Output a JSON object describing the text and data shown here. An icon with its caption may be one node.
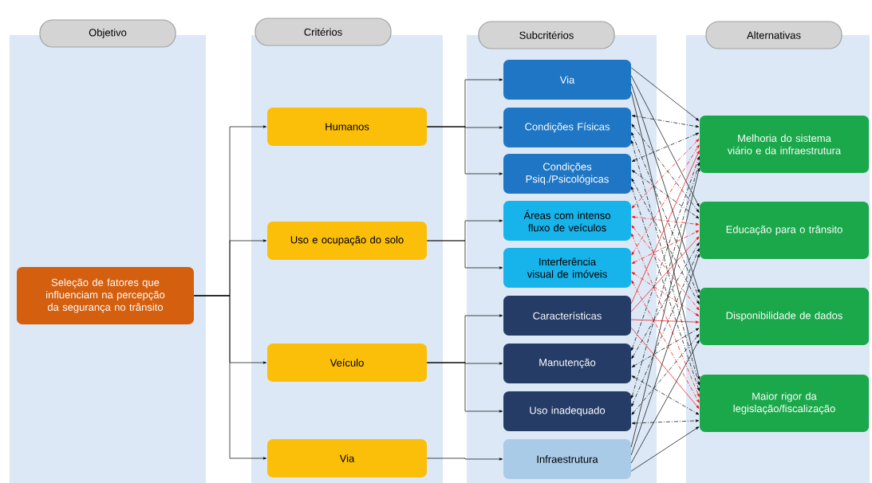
{
  "diagram": {
    "nodes": [
      {
        "text": [
          "Objetivo"
        ]
      },
      {
        "text": [
          "Critérios"
        ]
      },
      {
        "text": [
          "Subcritérios"
        ]
      },
      {
        "text": [
          "Alternativas"
        ]
      },
      {
        "text": [
          "Seleção de fatores que influenciam na percepção da segurança no trânsito"
        ]
      },
      {
        "text": [
          "Humanos"
        ]
      },
      {
        "text": [
          "Uso e ocupação do solo"
        ]
      },
      {
        "text": [
          "Veículo"
        ]
      },
      {
        "text": [
          "Via"
        ]
      },
      {
        "text": [
          "Via"
        ]
      },
      {
        "text": [
          "Condições Físicas"
        ]
      },
      {
        "text": [
          "Condições Psiq./Psicológicas"
        ]
      },
      {
        "text": [
          "Áreas com intenso fluxo de veículos"
        ]
      },
      {
        "text": [
          "Interferência visual de imóveis"
        ]
      },
      {
        "text": [
          "Características"
        ]
      },
      {
        "text": [
          "Manutenção"
        ]
      },
      {
        "text": [
          "Uso inadequado"
        ]
      },
      {
        "text": [
          "Infraestrutura"
        ]
      },
      {
        "text": [
          "Melhoria do sistema viário e da infraestrutura"
        ]
      },
      {
        "text": [
          "Educação para o trânsito"
        ]
      },
      {
        "text": [
          "Disponibilidade de dados"
        ]
      },
      {
        "text": [
          "Maior rigor da legislação/fiscalização"
        ]
      }
    ],
    "edges": [
      {
        "from": 4,
        "to": 5,
        "arrow": "to"
      },
      {
        "from": 4,
        "to": 6,
        "arrow": "to"
      },
      {
        "from": 4,
        "to": 7,
        "arrow": "to"
      },
      {
        "from": 4,
        "to": 8,
        "arrow": "to"
      },
      {
        "from": 5,
        "to": 9,
        "arrow": "to"
      },
      {
        "from": 5,
        "to": 10,
        "arrow": "to"
      },
      {
        "from": 5,
        "to": 11,
        "arrow": "to"
      },
      {
        "from": 6,
        "to": 12,
        "arrow": "to"
      },
      {
        "from": 6,
        "to": 13,
        "arrow": "to"
      },
      {
        "from": 7,
        "to": 14,
        "arrow": "to"
      },
      {
        "from": 7,
        "to": 15,
        "arrow": "to"
      },
      {
        "from": 7,
        "to": 16,
        "arrow": "to"
      },
      {
        "from": 8,
        "to": 17,
        "arrow": "to"
      },
      {
        "from": 9,
        "to": 18,
        "arrow": "to"
      },
      {
        "from": 9,
        "to": 19,
        "arrow": "to"
      },
      {
        "from": 9,
        "to": 20,
        "arrow": "to"
      },
      {
        "from": 9,
        "to": 21,
        "arrow": "to"
      },
      {
        "from": 10,
        "to": 18,
        "arrow": "both",
        "style": "dashed"
      },
      {
        "from": 10,
        "to": 19,
        "arrow": "both",
        "style": "dashed"
      },
      {
        "from": 10,
        "to": 20,
        "arrow": "both",
        "style": "dashed"
      },
      {
        "from": 10,
        "to": 21,
        "arrow": "both",
        "style": "dashed"
      },
      {
        "from": 11,
        "to": 18,
        "arrow": "both",
        "style": "dashed"
      },
      {
        "from": 11,
        "to": 19,
        "arrow": "both",
        "style": "dashed"
      },
      {
        "from": 11,
        "to": 20,
        "arrow": "both",
        "style": "dashed"
      },
      {
        "from": 11,
        "to": 21,
        "arrow": "both",
        "style": "dashed"
      },
      {
        "from": 12,
        "to": 18,
        "arrow": "both",
        "style": "dashed",
        "color": "#ff0000"
      },
      {
        "from": 12,
        "to": 19,
        "arrow": "both",
        "style": "dashed",
        "color": "#ff0000"
      },
      {
        "from": 12,
        "to": 20,
        "arrow": "both",
        "style": "dashed",
        "color": "#ff0000"
      },
      {
        "from": 12,
        "to": 21,
        "arrow": "both",
        "style": "dashed",
        "color": "#ff0000"
      },
      {
        "from": 13,
        "to": 18,
        "arrow": "both",
        "style": "dashed",
        "color": "#ff0000"
      },
      {
        "from": 13,
        "to": 19,
        "arrow": "both",
        "style": "dashed",
        "color": "#ff0000"
      },
      {
        "from": 13,
        "to": 20,
        "arrow": "both",
        "style": "dashed",
        "color": "#ff0000"
      },
      {
        "from": 13,
        "to": 21,
        "arrow": "both",
        "style": "dashed",
        "color": "#ff0000"
      },
      {
        "from": 14,
        "to": 18,
        "arrow": "to",
        "color": "#ff0000"
      },
      {
        "from": 14,
        "to": 19,
        "arrow": "to",
        "color": "#ff0000"
      },
      {
        "from": 14,
        "to": 20,
        "arrow": "to",
        "color": "#ff0000"
      },
      {
        "from": 14,
        "to": 21,
        "arrow": "to",
        "color": "#ff0000"
      },
      {
        "from": 15,
        "to": 18,
        "arrow": "both",
        "style": "dashed"
      },
      {
        "from": 15,
        "to": 19,
        "arrow": "both",
        "style": "dashed"
      },
      {
        "from": 15,
        "to": 20,
        "arrow": "both",
        "style": "dashed"
      },
      {
        "from": 15,
        "to": 21,
        "arrow": "both",
        "style": "dashed"
      },
      {
        "from": 16,
        "to": 18,
        "arrow": "both",
        "style": "dashed"
      },
      {
        "from": 16,
        "to": 19,
        "arrow": "both",
        "style": "dashed"
      },
      {
        "from": 16,
        "to": 20,
        "arrow": "both",
        "style": "dashed"
      },
      {
        "from": 16,
        "to": 21,
        "arrow": "both",
        "style": "dashed"
      },
      {
        "from": 17,
        "to": 18,
        "arrow": "to"
      },
      {
        "from": 17,
        "to": 19,
        "arrow": "to"
      },
      {
        "from": 17,
        "to": 20,
        "arrow": "to"
      },
      {
        "from": 17,
        "to": 21,
        "arrow": "to"
      }
    ]
  }
}
